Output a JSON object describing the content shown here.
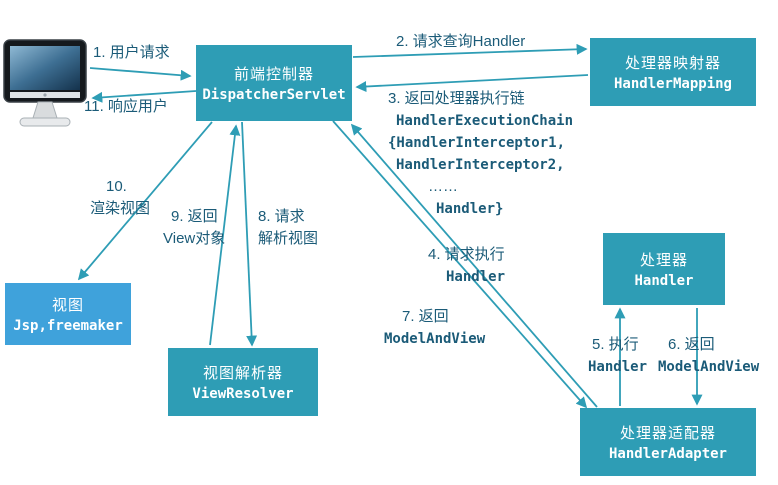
{
  "diagram": {
    "boxes": {
      "dispatcher_servlet": {
        "title": "前端控制器",
        "code": "DispatcherServlet"
      },
      "handler_mapping": {
        "title": "处理器映射器",
        "code": "HandlerMapping"
      },
      "handler": {
        "title": "处理器",
        "code": "Handler"
      },
      "handler_adapter": {
        "title": "处理器适配器",
        "code": "HandlerAdapter"
      },
      "view": {
        "title": "视图",
        "code": "Jsp,freemaker"
      },
      "view_resolver": {
        "title": "视图解析器",
        "code": "ViewResolver"
      }
    },
    "steps": {
      "s1": {
        "l1": "1. 用户请求"
      },
      "s2": {
        "l1": "2. 请求查询Handler"
      },
      "s3": {
        "l1": "3. 返回处理器执行链",
        "l2": "HandlerExecutionChain",
        "l3": "{HandlerInterceptor1,",
        "l4": "HandlerInterceptor2,",
        "l5": "……",
        "l6": "Handler}"
      },
      "s4": {
        "l1": "4. 请求执行",
        "l2": "Handler"
      },
      "s5": {
        "l1": "5. 执行",
        "l2": "Handler"
      },
      "s6": {
        "l1": "6. 返回",
        "l2": "ModelAndView"
      },
      "s7": {
        "l1": "7. 返回",
        "l2": "ModelAndView"
      },
      "s8": {
        "l1": "8. 请求",
        "l2": "解析视图"
      },
      "s9": {
        "l1": "9. 返回",
        "l2": "View对象"
      },
      "s10": {
        "l1": "10.",
        "l2": "渲染视图"
      },
      "s11": {
        "l1": "11. 响应用户"
      }
    },
    "colors": {
      "box_teal": "#2E9DB5",
      "box_blue": "#3FA2DB",
      "arrow": "#2E9DB5",
      "label": "#1B5B78"
    }
  }
}
